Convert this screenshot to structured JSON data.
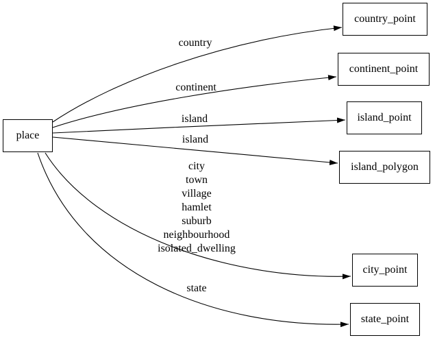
{
  "diagram": {
    "type": "directed-graph",
    "colors": {
      "background": "#ffffff",
      "node_border": "#000000",
      "node_fill": "#ffffff",
      "edge_line": "#000000",
      "text": "#000000"
    },
    "nodes": {
      "place": {
        "label": "place"
      },
      "country_point": {
        "label": "country_point"
      },
      "continent_point": {
        "label": "continent_point"
      },
      "island_point": {
        "label": "island_point"
      },
      "island_polygon": {
        "label": "island_polygon"
      },
      "city_point": {
        "label": "city_point"
      },
      "state_point": {
        "label": "state_point"
      }
    },
    "edges": [
      {
        "from": "place",
        "to": "country_point",
        "label": "country"
      },
      {
        "from": "place",
        "to": "continent_point",
        "label": "continent"
      },
      {
        "from": "place",
        "to": "island_point",
        "label": "island"
      },
      {
        "from": "place",
        "to": "island_polygon",
        "label": "island"
      },
      {
        "from": "place",
        "to": "city_point",
        "label_lines": [
          "city",
          "town",
          "village",
          "hamlet",
          "suburb",
          "neighbourhood",
          "isolated_dwelling"
        ]
      },
      {
        "from": "place",
        "to": "state_point",
        "label": "state"
      }
    ]
  }
}
